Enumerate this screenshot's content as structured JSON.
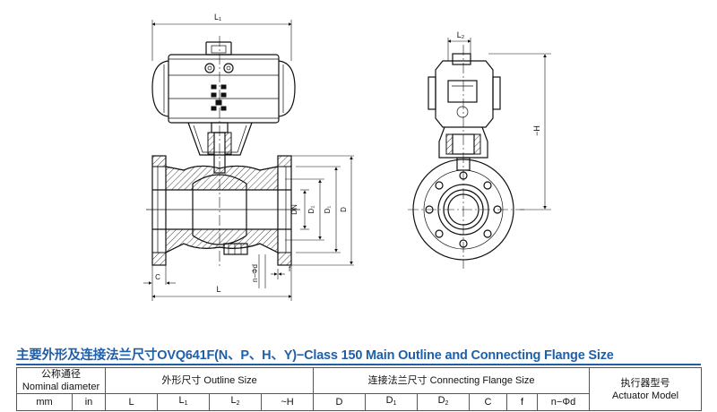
{
  "drawing": {
    "front_labels": {
      "L1": "L₁",
      "L": "L",
      "C": "C",
      "DN": "DN",
      "D2": "D₂",
      "D1": "D₁",
      "D": "D",
      "holes": "n−Φd",
      "f": "f"
    },
    "side_labels": {
      "L2": "L₂",
      "H": "−H"
    }
  },
  "table": {
    "title": "主要外形及连接法兰尺寸OVQ641F(N、P、H、Y)−Class 150 Main Outline and Connecting Flange Size",
    "nominal_cn": "公称通径",
    "nominal_en": "Nominal diameter",
    "outline": "外形尺寸 Outline Size",
    "flange": "连接法兰尺寸 Connecting Flange Size",
    "actuator_cn": "执行器型号",
    "actuator_en": "Actuator Model",
    "cols": {
      "mm": "mm",
      "in": "in",
      "L": "L",
      "L1": "L",
      "L2": "L",
      "H": "~H",
      "D": "D",
      "D1": "D",
      "D2": "D",
      "C": "C",
      "f": "f",
      "nd": "n−Φd"
    },
    "subs": {
      "L1": "1",
      "L2": "2",
      "D1": "1",
      "D2": "2"
    }
  },
  "colors": {
    "title": "#1f5fa8",
    "line": "#111111"
  }
}
